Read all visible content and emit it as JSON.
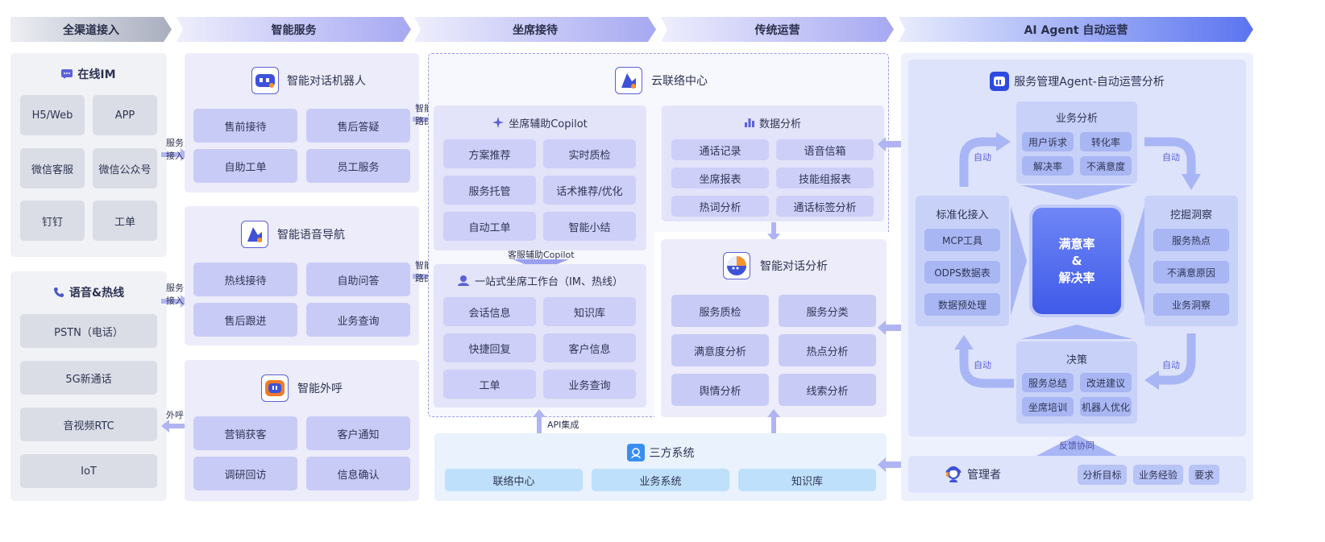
{
  "headers": [
    "全渠道接入",
    "智能服务",
    "坐席接待",
    "传统运营",
    "AI Agent 自动运营"
  ],
  "channels": {
    "online_im": {
      "title": "在线IM",
      "items": [
        "H5/Web",
        "APP",
        "微信客服",
        "微信公众号",
        "钉钉",
        "工单"
      ]
    },
    "voice": {
      "title": "语音&热线",
      "items": [
        "PSTN（电话）",
        "5G新通话",
        "音视频RTC",
        "IoT"
      ]
    }
  },
  "arrows": {
    "service_access_1": "服务接入",
    "service_access_2": "服务接入",
    "outbound": "外呼",
    "routing_1": "智能路由",
    "routing_2": "智能路由",
    "copilot_link": "客服辅助Copilot",
    "api": "API集成",
    "feedback": "反馈协同"
  },
  "smart": {
    "robot": {
      "title": "智能对话机器人",
      "items": [
        "售前接待",
        "售后答疑",
        "自助工单",
        "员工服务"
      ]
    },
    "ivr": {
      "title": "智能语音导航",
      "items": [
        "热线接待",
        "自助问答",
        "售后跟进",
        "业务查询"
      ]
    },
    "outbound": {
      "title": "智能外呼",
      "items": [
        "营销获客",
        "客户通知",
        "调研回访",
        "信息确认"
      ]
    }
  },
  "agent": {
    "center_title": "云联络中心",
    "copilot": {
      "title": "坐席辅助Copilot",
      "items": [
        "方案推荐",
        "实时质检",
        "服务托管",
        "话术推荐/优化",
        "自动工单",
        "智能小结"
      ]
    },
    "workbench": {
      "title": "一站式坐席工作台（IM、热线）",
      "items": [
        "会话信息",
        "知识库",
        "快捷回复",
        "客户信息",
        "工单",
        "业务查询"
      ]
    }
  },
  "ops": {
    "data": {
      "title": "数据分析",
      "items": [
        "通话记录",
        "语音信箱",
        "坐席报表",
        "技能组报表",
        "热词分析",
        "通话标签分析"
      ]
    },
    "dialog": {
      "title": "智能对话分析",
      "items": [
        "服务质检",
        "服务分类",
        "满意度分析",
        "热点分析",
        "舆情分析",
        "线索分析"
      ]
    }
  },
  "third": {
    "title": "三方系统",
    "items": [
      "联络中心",
      "业务系统",
      "知识库"
    ]
  },
  "ai": {
    "title": "服务管理Agent-自动运营分析",
    "biz": {
      "title": "业务分析",
      "items": [
        "用户诉求",
        "转化率",
        "解决率",
        "不满意度"
      ]
    },
    "std": {
      "title": "标准化接入",
      "items": [
        "MCP工具",
        "ODPS数据表",
        "数据预处理"
      ]
    },
    "dig": {
      "title": "挖掘洞察",
      "items": [
        "服务热点",
        "不满意原因",
        "业务洞察"
      ]
    },
    "decision": {
      "title": "决策",
      "items": [
        "服务总结",
        "改进建议",
        "坐席培训",
        "机器人优化"
      ]
    },
    "center": {
      "line1": "满意率",
      "line2": "&",
      "line3": "解决率"
    },
    "auto": "自动"
  },
  "manager": {
    "title": "管理者",
    "items": [
      "分析目标",
      "业务经验",
      "要求"
    ]
  }
}
